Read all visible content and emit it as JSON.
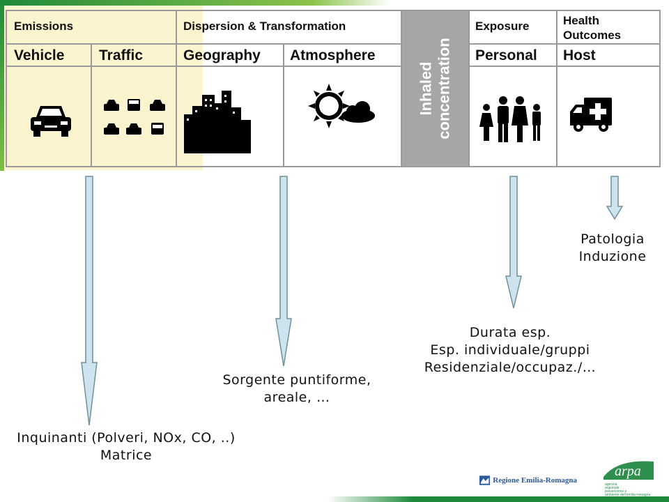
{
  "columns": {
    "emissions": "Emissions",
    "dispersion": "Dispersion & Transformation",
    "inhaled": [
      "Inhaled",
      "concentration"
    ],
    "exposure": "Exposure",
    "health": [
      "Health",
      "Outcomes"
    ]
  },
  "subcolumns": {
    "vehicle": "Vehicle",
    "traffic": "Traffic",
    "geography": "Geography",
    "atmosphere": "Atmosphere",
    "personal": "Personal",
    "host": "Host"
  },
  "icons": [
    "car-icon",
    "traffic-vehicles-icon",
    "city-skyline-icon",
    "sun-cloud-icon",
    "family-icon",
    "ambulance-icon"
  ],
  "notes": {
    "pollutants": [
      "Inquinanti (Polveri, NOx, CO, ..)",
      "Matrice"
    ],
    "source": [
      "Sorgente puntiforme,",
      "areale, …"
    ],
    "exposure": [
      "Durata esp.",
      "Esp. individuale/gruppi",
      "Residenziale/occupaz./…"
    ],
    "health": [
      "Patologia",
      "Induzione"
    ]
  },
  "logos": {
    "region": "Regione Emilia-Romagna",
    "arpa": "arpa",
    "arpa_sub": [
      "agenzia",
      "regionale",
      "prevenzione e",
      "ambiente dell'emilia-romagna"
    ]
  },
  "colors": {
    "arrow_fill": "#cde4ee",
    "arrow_stroke": "#6f8f9a",
    "inhaled_bg": "#a6a6a6",
    "accent_green": "#1f8a3a",
    "highlight": "#fbf4cf"
  }
}
